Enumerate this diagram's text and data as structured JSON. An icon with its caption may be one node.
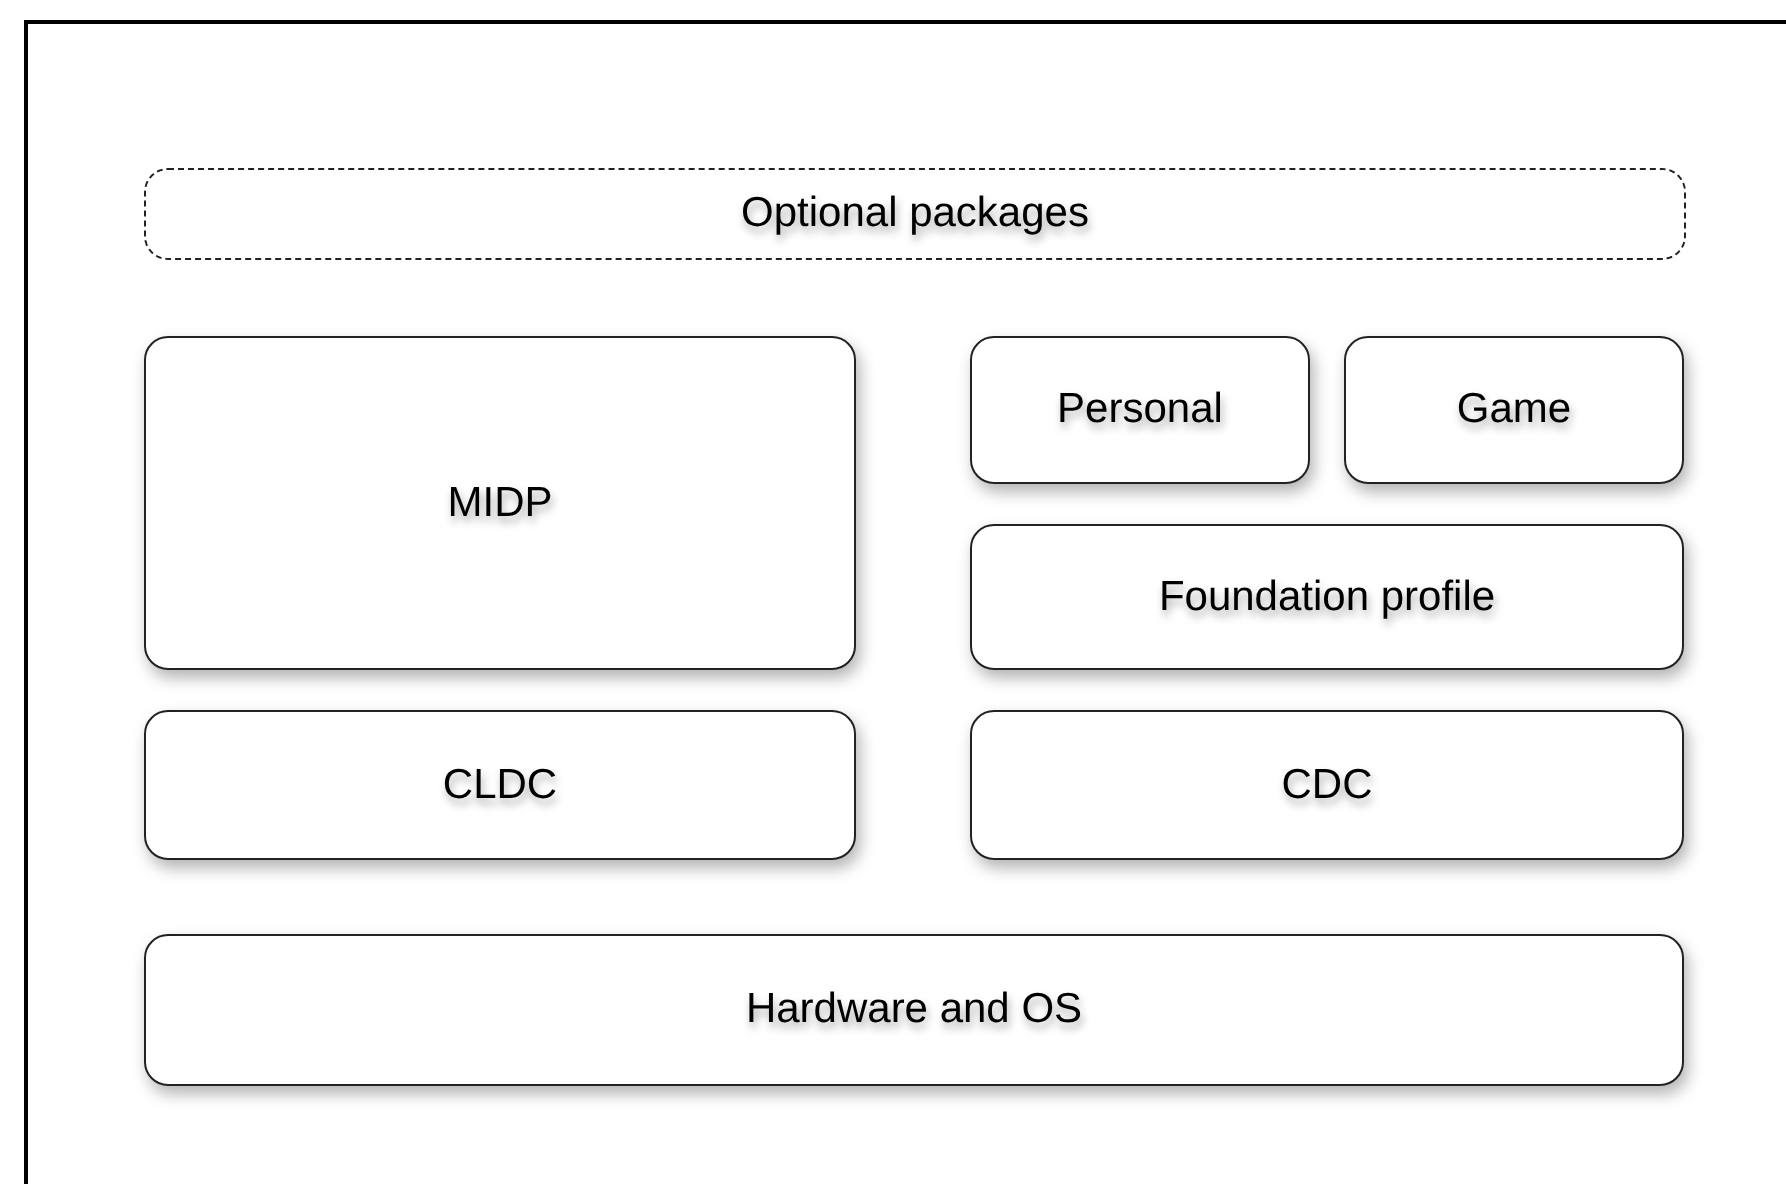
{
  "diagram": {
    "nodes": [
      {
        "text": [
          "Optional packages"
        ]
      },
      {
        "text": [
          "MIDP"
        ]
      },
      {
        "text": [
          "Personal"
        ]
      },
      {
        "text": [
          "Game"
        ]
      },
      {
        "text": [
          "Foundation profile"
        ]
      },
      {
        "text": [
          "CLDC"
        ]
      },
      {
        "text": [
          "CDC"
        ]
      },
      {
        "text": [
          "Hardware and OS"
        ]
      }
    ],
    "edges": []
  }
}
